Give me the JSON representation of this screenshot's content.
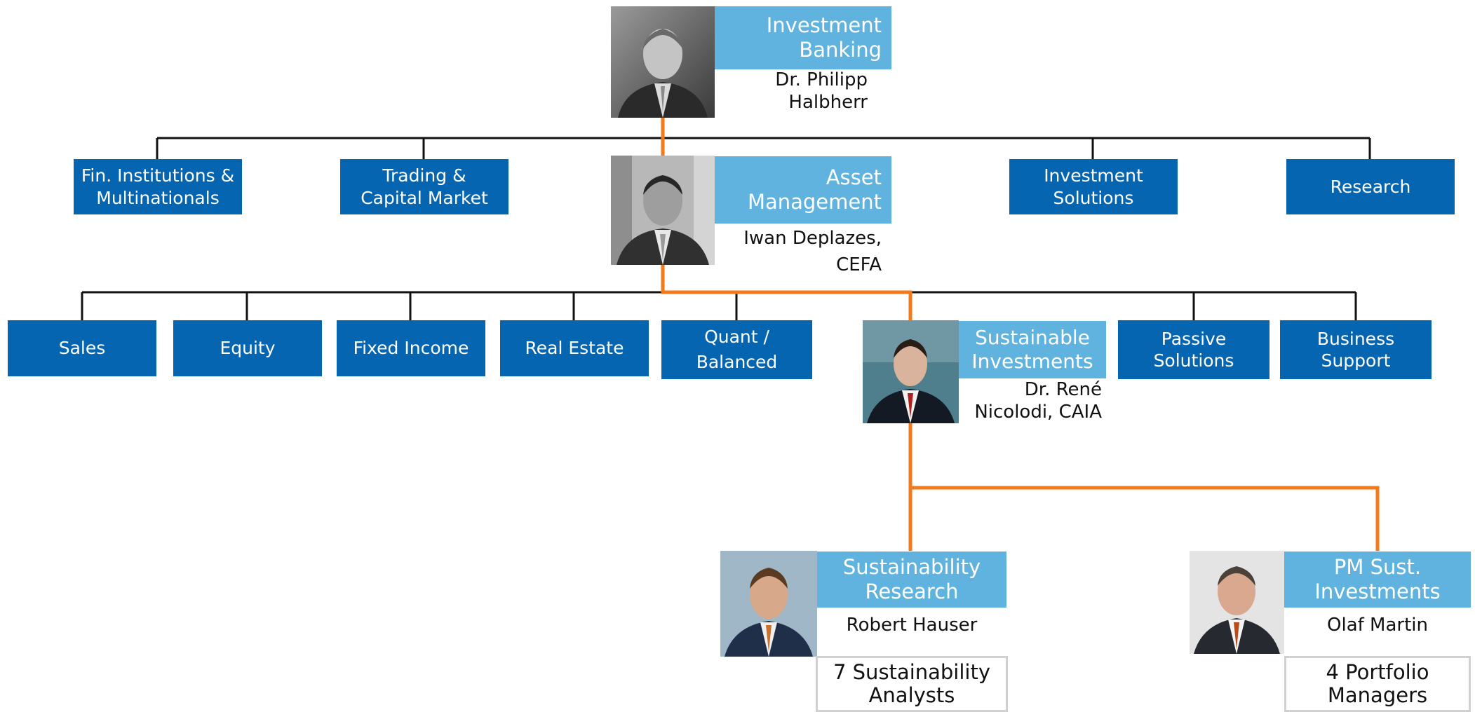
{
  "colors": {
    "dark_blue": "#0565b0",
    "light_blue": "#5fb3de",
    "highlight_line": "#f07a1c",
    "line": "#111111"
  },
  "icons": [
    "person-photo"
  ],
  "head": {
    "title_line1": "Investment",
    "title_line2": "Banking",
    "name_line1": "Dr. Philipp",
    "name_line2": "Halbherr"
  },
  "level1": {
    "units": [
      "Fin. Institutions &|Multinationals",
      "Trading &|Capital Market",
      "Investment|Solutions",
      "Research"
    ],
    "fin_l1": "Fin. Institutions &",
    "fin_l2": "Multinationals",
    "trading_l1": "Trading &",
    "trading_l2": "Capital Market",
    "invsol_l1": "Investment",
    "invsol_l2": "Solutions",
    "research": "Research"
  },
  "am": {
    "title_line1": "Asset",
    "title_line2": "Management",
    "name_line1": "Iwan Deplazes,",
    "name_line2": "CEFA"
  },
  "level2": {
    "sales": "Sales",
    "equity": "Equity",
    "fixed_income": "Fixed Income",
    "real_estate": "Real Estate",
    "quant_l1": "Quant /",
    "quant_l2": "Balanced",
    "passive_l1": "Passive",
    "passive_l2": "Solutions",
    "business_l1": "Business",
    "business_l2": "Support"
  },
  "si": {
    "title_line1": "Sustainable",
    "title_line2": "Investments",
    "name_line1": "Dr. René",
    "name_line2": "Nicolodi, CAIA"
  },
  "sr": {
    "title_line1": "Sustainability",
    "title_line2": "Research",
    "name": "Robert Hauser",
    "count_line1": "7 Sustainability",
    "count_line2": "Analysts"
  },
  "pm": {
    "title_line1": "PM Sust.",
    "title_line2": "Investments",
    "name": "Olaf Martin",
    "count_line1": "4 Portfolio",
    "count_line2": "Managers"
  }
}
